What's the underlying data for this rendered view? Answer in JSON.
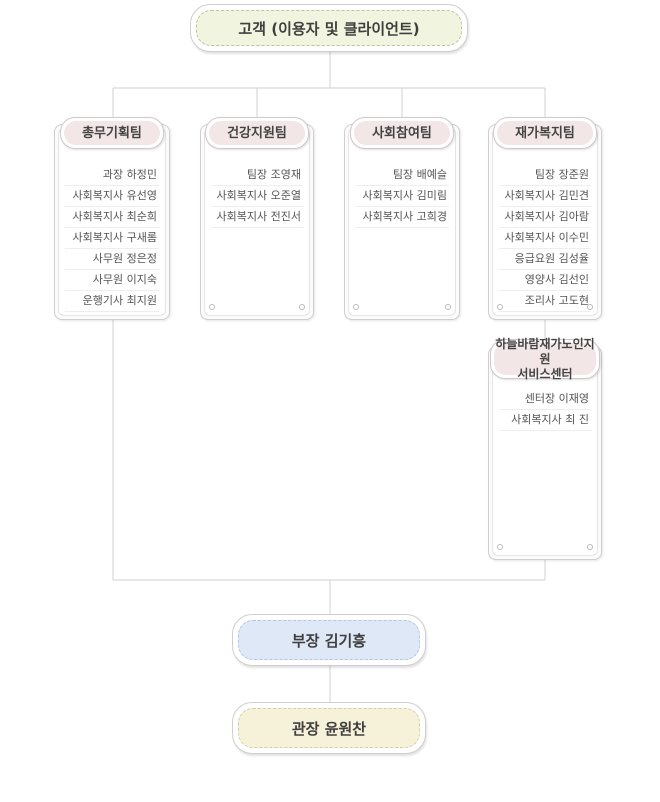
{
  "top_box": {
    "label": "고객 (이용자 및 클라이언트)"
  },
  "teams": [
    {
      "title": "총무기획팀",
      "members": [
        "과장 하정민",
        "사회복지사 유선영",
        "사회복지사 최순희",
        "사회복지사 구새롬",
        "사무원 정은정",
        "사무원 이지숙",
        "운행기사 최지원"
      ]
    },
    {
      "title": "건강지원팀",
      "members": [
        "팀장 조영재",
        "사회복지사 오준열",
        "사회복지사 전진서"
      ]
    },
    {
      "title": "사회참여팀",
      "members": [
        "팀장 배예슬",
        "사회복지사 김미림",
        "사회복지사 고희경"
      ]
    },
    {
      "title": "재가복지팀",
      "members": [
        "팀장 장준원",
        "사회복지사 김민견",
        "사회복지사 김아람",
        "사회복지사 이수민",
        "응급요원 김성율",
        "영양사 김선인",
        "조리사 고도현"
      ]
    }
  ],
  "center": {
    "title_line1": "하늘바람재가노인지원",
    "title_line2": "서비스센터",
    "members": [
      "센터장 이재영",
      "사회복지사 최 진"
    ]
  },
  "bottom": {
    "manager": "부장 김기흥",
    "director": "관장 윤원찬"
  },
  "colors": {
    "top_fill": "#f1f5df",
    "manager_fill": "#dfe8f6",
    "director_fill": "#f6f2da",
    "team_header_fill": "#f3e6e6",
    "line": "#d0d0d0"
  }
}
